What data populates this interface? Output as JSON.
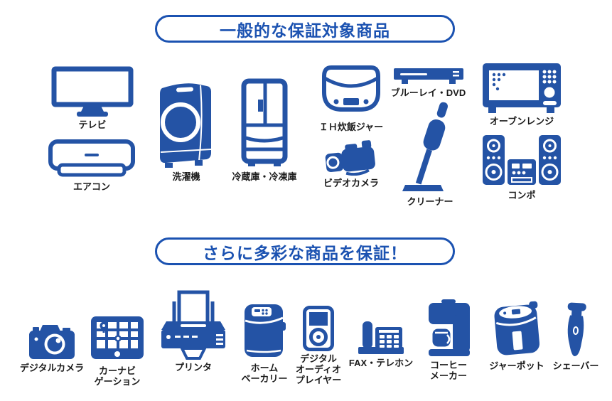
{
  "colors": {
    "icon_blue": "#2453A5",
    "title_blue": "#1B52B1",
    "label_color": "#1A1A1A",
    "background": "#FFFFFF"
  },
  "sections": [
    {
      "title": "一般的な保証対象商品",
      "items": [
        {
          "label": "テレビ",
          "icon": "tv-icon"
        },
        {
          "label": "エアコン",
          "icon": "air-conditioner-icon"
        },
        {
          "label": "洗濯機",
          "icon": "washing-machine-icon"
        },
        {
          "label": "冷蔵庫・冷凍庫",
          "icon": "refrigerator-freezer-icon"
        },
        {
          "label": "ＩＨ炊飯ジャー",
          "icon": "rice-cooker-icon"
        },
        {
          "label": "ビデオカメラ",
          "icon": "video-camera-icon"
        },
        {
          "label": "ブルーレイ・DVD",
          "icon": "bluray-dvd-player-icon"
        },
        {
          "label": "クリーナー",
          "icon": "stick-vacuum-icon"
        },
        {
          "label": "オーブンレンジ",
          "icon": "microwave-oven-icon"
        },
        {
          "label": "コンポ",
          "icon": "stereo-component-icon"
        }
      ]
    },
    {
      "title": "さらに多彩な商品を保証！",
      "items": [
        {
          "label": "デジタルカメラ",
          "icon": "digital-camera-icon"
        },
        {
          "label": "カーナビ\nゲーション",
          "icon": "car-navigation-icon"
        },
        {
          "label": "プリンタ",
          "icon": "printer-icon"
        },
        {
          "label": "ホーム\nベーカリー",
          "icon": "home-bakery-icon"
        },
        {
          "label": "デジタル\nオーディオ\nプレイヤー",
          "icon": "digital-audio-player-icon"
        },
        {
          "label": "FAX・テレホン",
          "icon": "fax-telephone-icon"
        },
        {
          "label": "コーヒー\nメーカー",
          "icon": "coffee-maker-icon"
        },
        {
          "label": "ジャーポット",
          "icon": "jar-pot-icon"
        },
        {
          "label": "シェーバー",
          "icon": "shaver-icon"
        }
      ]
    }
  ]
}
